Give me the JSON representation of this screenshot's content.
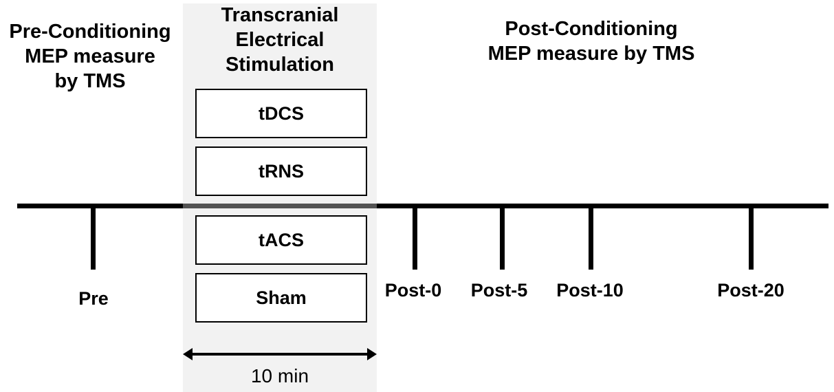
{
  "headings": {
    "pre_conditioning": "Pre-Conditioning\nMEP measure\nby TMS",
    "stimulation": "Transcranial\nElectrical\nStimulation",
    "post_conditioning": "Post-Conditioning\nMEP measure by TMS"
  },
  "conditions": [
    "tDCS",
    "tRNS",
    "tACS",
    "Sham"
  ],
  "timepoints": {
    "pre": "Pre",
    "post_0": "Post-0",
    "post_5": "Post-5",
    "post_10": "Post-10",
    "post_20": "Post-20"
  },
  "duration_label": "10 min"
}
